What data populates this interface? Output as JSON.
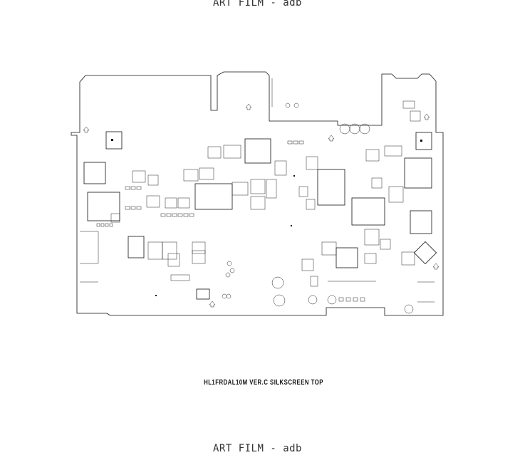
{
  "header_top": "ART FILM - adb",
  "caption": "HL1FRDAL10M VER.C SILKSCREEN TOP",
  "header_bottom": "ART FILM - adb"
}
